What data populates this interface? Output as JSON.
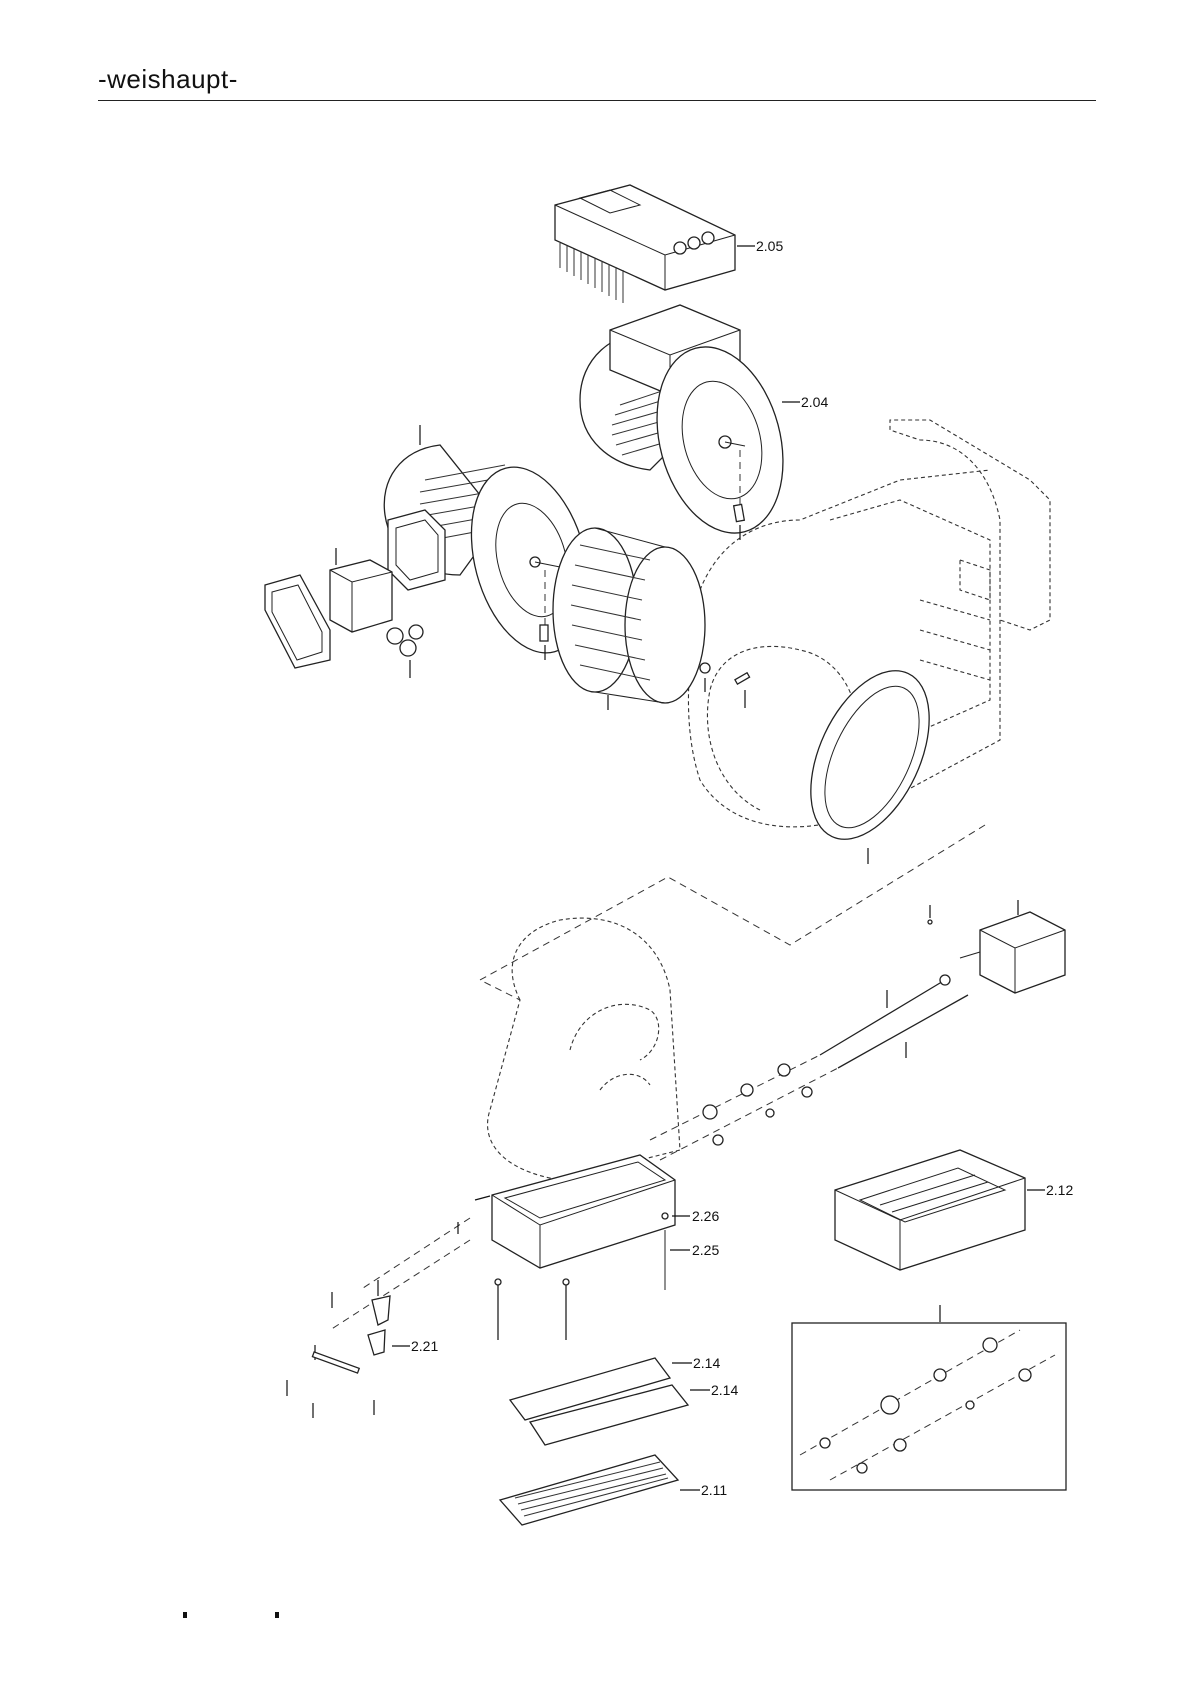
{
  "header": {
    "brand": "-weishaupt-"
  },
  "callouts": [
    {
      "id": "c205",
      "text": "2.05"
    },
    {
      "id": "c204",
      "text": "2.04"
    },
    {
      "id": "c212",
      "text": "2.12"
    },
    {
      "id": "c226",
      "text": "2.26"
    },
    {
      "id": "c225",
      "text": "2.25"
    },
    {
      "id": "c221",
      "text": "2.21"
    },
    {
      "id": "c214a",
      "text": "2.14"
    },
    {
      "id": "c214b",
      "text": "2.14"
    },
    {
      "id": "c211",
      "text": "2.11"
    }
  ],
  "icons": [
    "weishaupt-logo",
    "frequency-inverter",
    "fan-motor",
    "fan-wheel",
    "air-inlet-ring",
    "servo-motor",
    "air-damper-housing",
    "damper-plate",
    "air-intake-grille",
    "parts-kit-box"
  ]
}
